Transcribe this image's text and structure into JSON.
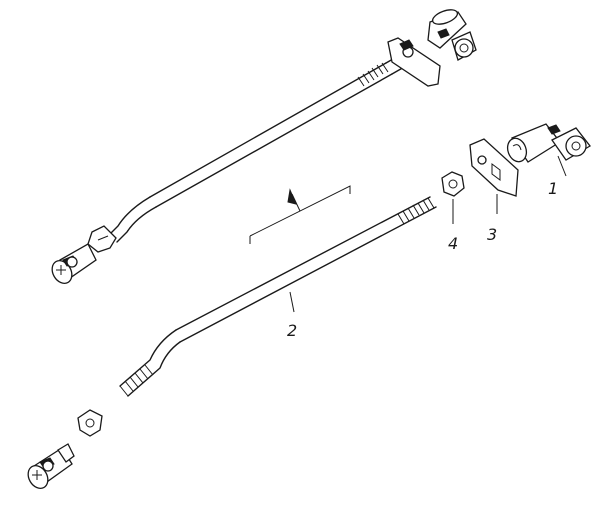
{
  "diagram": {
    "callouts": [
      "1",
      "2",
      "3",
      "4"
    ],
    "colors": {
      "line": "#1a1a1a",
      "background": "#ffffff"
    }
  }
}
